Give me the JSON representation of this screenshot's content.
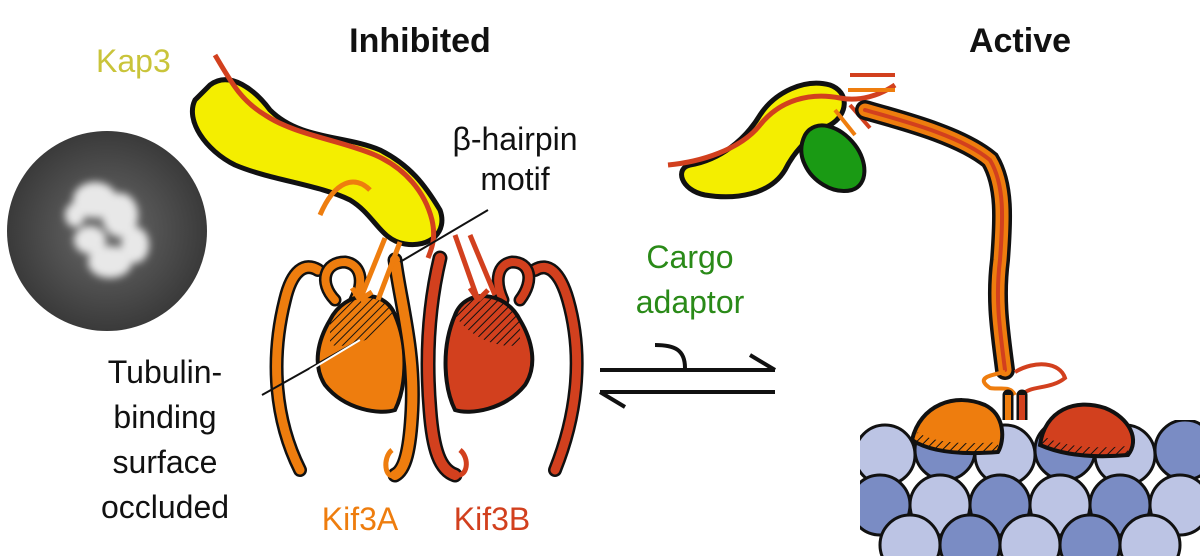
{
  "titles": {
    "inhibited": "Inhibited",
    "active": "Active"
  },
  "labels": {
    "kap3": "Kap3",
    "beta_hairpin": [
      "β-hairpin",
      "motif"
    ],
    "tubulin": [
      "Tubulin-",
      "binding",
      "surface",
      "occluded"
    ],
    "kif3a": "Kif3A",
    "kif3b": "Kif3B",
    "cargo": [
      "Cargo",
      "adaptor"
    ]
  },
  "colors": {
    "kap3": "#f4ee00",
    "kap3_text": "#c9c43a",
    "kif3a": "#ee7d0e",
    "kif3b": "#d2401e",
    "cargo": "#1a9a14",
    "cargo_text": "#2a8a18",
    "microtubule_dark": "#7a8cc4",
    "microtubule_light": "#bcc4e4"
  },
  "icons": {
    "em_image": "negative-stain-class-average",
    "equilibrium": "reversible-reaction-arrows"
  }
}
